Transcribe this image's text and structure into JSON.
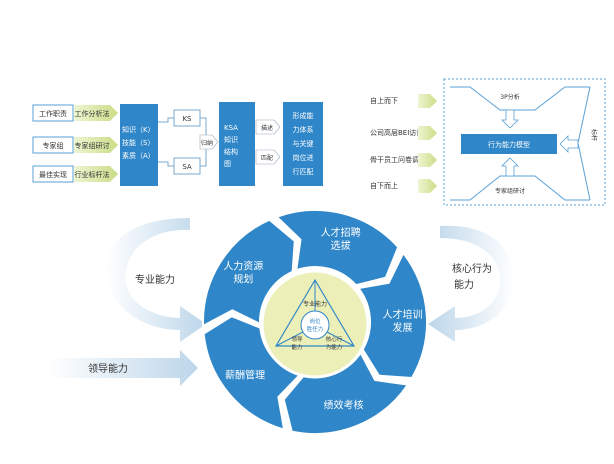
{
  "left_flow": {
    "sources": [
      "工作职责",
      "专家组",
      "最佳实现"
    ],
    "methods": [
      "工作分析法",
      "专家组研讨",
      "行业标杆法"
    ],
    "ksa_box": [
      "知识（K）",
      "技能（S）",
      "素质（A）"
    ],
    "ks": "KS",
    "sa": "SA",
    "induce": "归纳",
    "ksa_struct": [
      "KSA",
      "知识",
      "结构",
      "图"
    ],
    "describe": "描述",
    "match": "匹配",
    "result": [
      "形成能",
      "力体系",
      "与关键",
      "岗位进",
      "行匹配"
    ]
  },
  "right_panel": {
    "inputs": [
      "自上而下",
      "公司高层BEI访谈",
      "骨干员工问卷调查",
      "自下而上"
    ],
    "top_label": "3P分析",
    "center_label": "行为能力模型",
    "bottom_label": "专家组研讨",
    "side_label": "标杆"
  },
  "wheel": {
    "segments": [
      "人才招聘\n选拔",
      "人才培训\n发展",
      "绩效考核",
      "薪酬管理",
      "人力资源\n规划"
    ],
    "core_top": "专业能力",
    "core_center": "岗位\n胜任力",
    "core_left": "领导\n能力",
    "core_right": "核心行\n为能力"
  },
  "side_labels": {
    "professional": "专业能力",
    "leadership": "领导能力",
    "core_behavior": "核心行为\n能力"
  },
  "colors": {
    "blue": "#2f86c8",
    "light_blue": "#bcd6ea",
    "yellow_green": "#ecf0b8",
    "green_arrow": "#dbe9a5",
    "border_blue": "#5aa0d6"
  }
}
